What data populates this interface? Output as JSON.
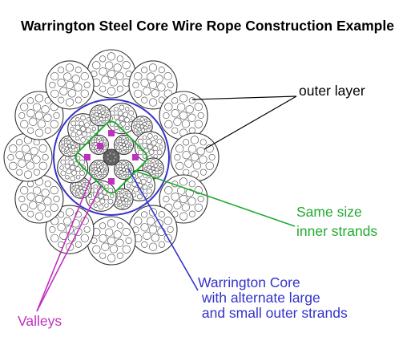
{
  "title": "Warrington Steel Core Wire Rope Construction Example",
  "labels": {
    "outer_layer": "outer layer",
    "same_size": [
      "Same size",
      "inner strands"
    ],
    "warrington_core": [
      "Warrington Core",
      " with alternate large",
      " and small outer strands"
    ],
    "valleys": "Valleys"
  },
  "colors": {
    "filler": "#ee1c25",
    "leader_outer": "#000000",
    "leader_same": "#22aa33",
    "leader_core": "#3333cc",
    "leader_valleys": "#c030c0",
    "valley_marker": "#c030c0",
    "wire_stroke": "#444444"
  }
}
